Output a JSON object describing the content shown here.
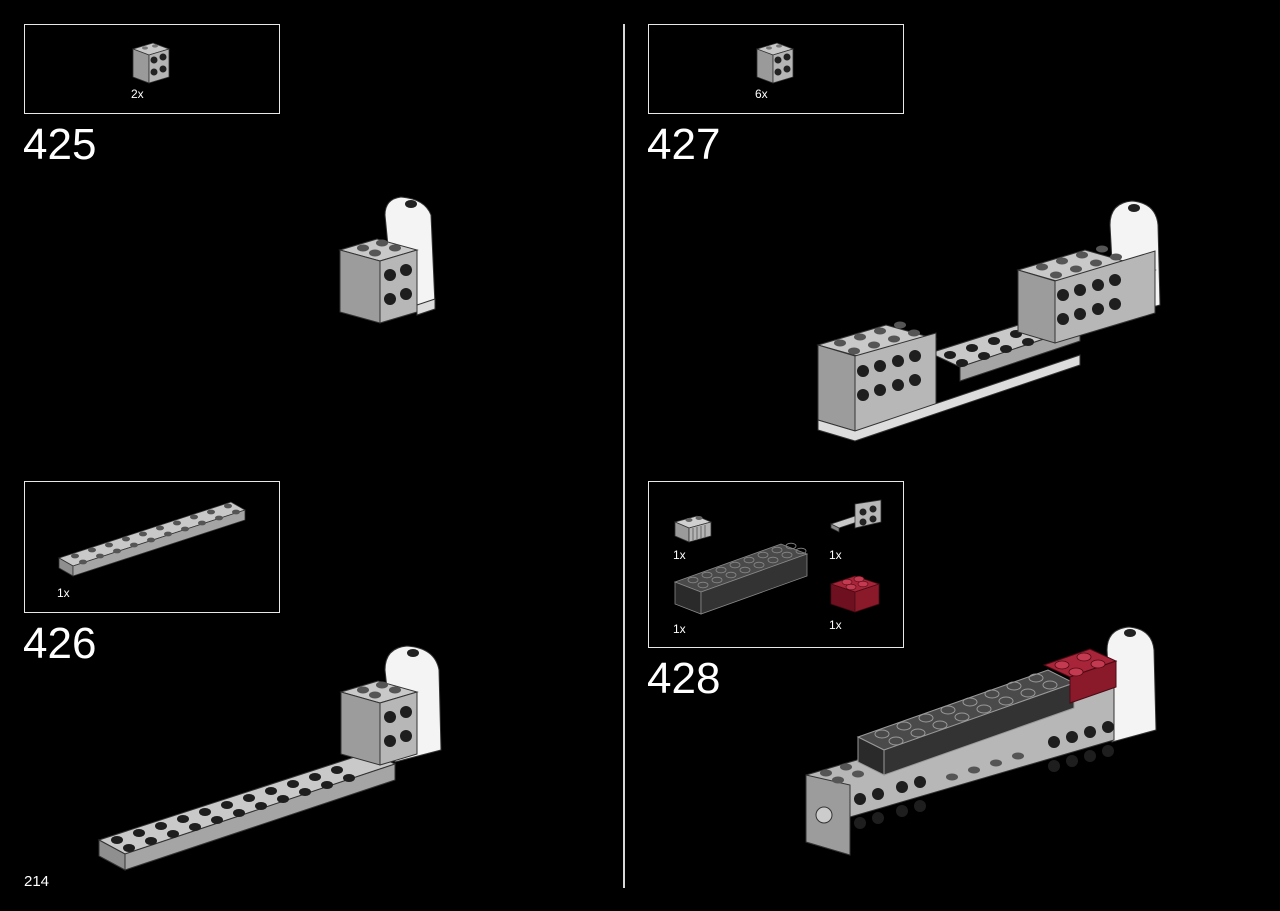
{
  "page": {
    "number": "214"
  },
  "steps": [
    {
      "number": "425",
      "parts": [
        {
          "qty": "2x",
          "color": "light-gray",
          "name": "brick-1x2x2-with-studs-on-side-icon"
        }
      ]
    },
    {
      "number": "426",
      "parts": [
        {
          "qty": "1x",
          "color": "light-gray",
          "name": "plate-2x10-icon"
        }
      ]
    },
    {
      "number": "427",
      "parts": [
        {
          "qty": "6x",
          "color": "light-gray",
          "name": "brick-1x2x2-with-studs-on-side-icon"
        }
      ]
    },
    {
      "number": "428",
      "parts": [
        {
          "qty": "1x",
          "color": "light-gray",
          "name": "grille-tile-icon"
        },
        {
          "qty": "1x",
          "color": "light-gray",
          "name": "bracket-icon"
        },
        {
          "qty": "1x",
          "color": "dark-gray",
          "name": "brick-2x8-icon"
        },
        {
          "qty": "1x",
          "color": "dark-red",
          "name": "brick-2x2-icon"
        }
      ]
    }
  ],
  "colors": {
    "background": "#000000",
    "light_gray": "#a9a9a9",
    "dark_gray": "#3a3a3a",
    "dark_red": "#8a1a2a",
    "white": "#f2f2f2"
  }
}
